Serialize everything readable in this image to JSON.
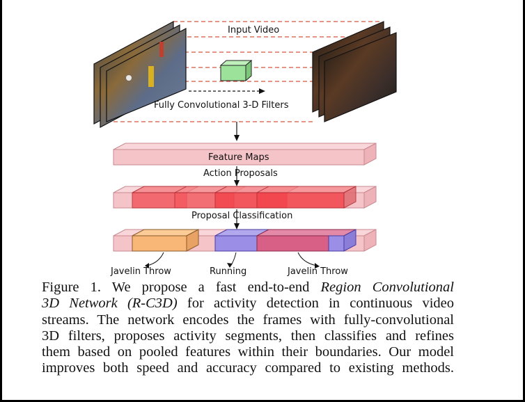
{
  "figure": {
    "input_label": "Input Video",
    "filters_label": "Fully Convolutional 3-D Filters",
    "feature_maps_label": "Feature Maps",
    "proposals_label": "Action Proposals",
    "classification_label": "Proposal Classification",
    "activity_labels": [
      "Javelin Throw",
      "Running",
      "Javelin Throw"
    ]
  },
  "caption": {
    "line1_pre": "Figure 1. We propose a fast end-to-end ",
    "line1_italic": "Region Convolutional",
    "line2_italic": "3D Network (R-C3D)",
    "line2_post": " for activity detection in continuous video",
    "line3": "streams. The network encodes the frames with fully-convolutional",
    "line4": "3D filters, proposes activity segments, then classifies and refines",
    "line5": "them based on pooled features within their boundaries. Our model",
    "line6": "improves both speed and accuracy compared to existing methods."
  },
  "colors": {
    "feature_bar": "#f4c4c8",
    "proposal": "#f2545c",
    "javelin": "#f8b777",
    "running": "#9a8ee6",
    "javelin2": "#d85f86",
    "dashed": "#d9533b",
    "cube": "#9de29a"
  }
}
